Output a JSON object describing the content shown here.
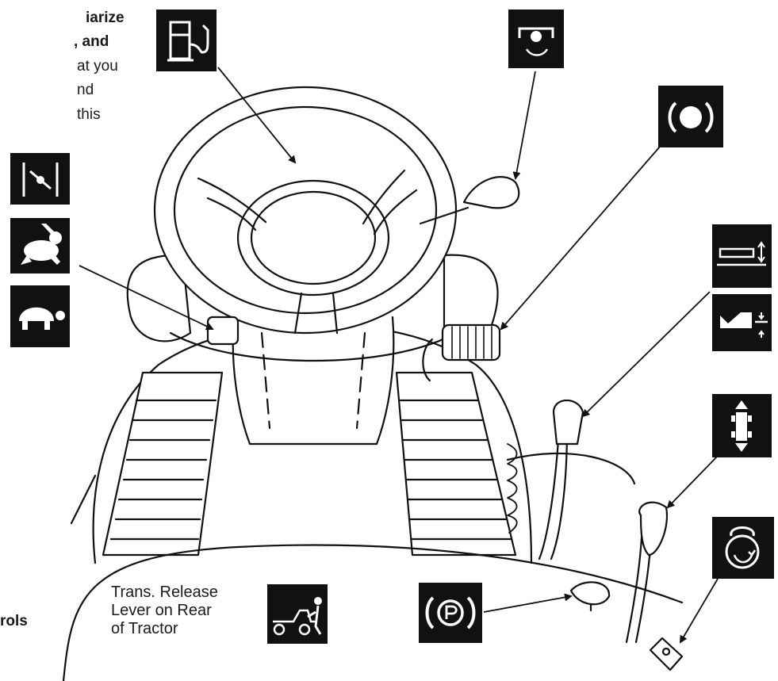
{
  "intro_text": {
    "line1": "iarize",
    "line2": ", and",
    "line3": "at you",
    "line4": "nd",
    "line5": "this"
  },
  "footer_text": "rols",
  "trans_release": {
    "line1": "Trans. Release",
    "line2": "Lever on Rear",
    "line3": "of Tractor"
  },
  "icons": [
    "fuel-icon",
    "pto-engage-icon",
    "brake-pedal-icon",
    "throttle-choke-icon",
    "rabbit-fast-icon",
    "turtle-slow-icon",
    "deck-height-icon",
    "cutting-height-icon",
    "forward-reverse-icon",
    "ignition-icon",
    "parking-brake-icon",
    "transmission-release-icon"
  ]
}
